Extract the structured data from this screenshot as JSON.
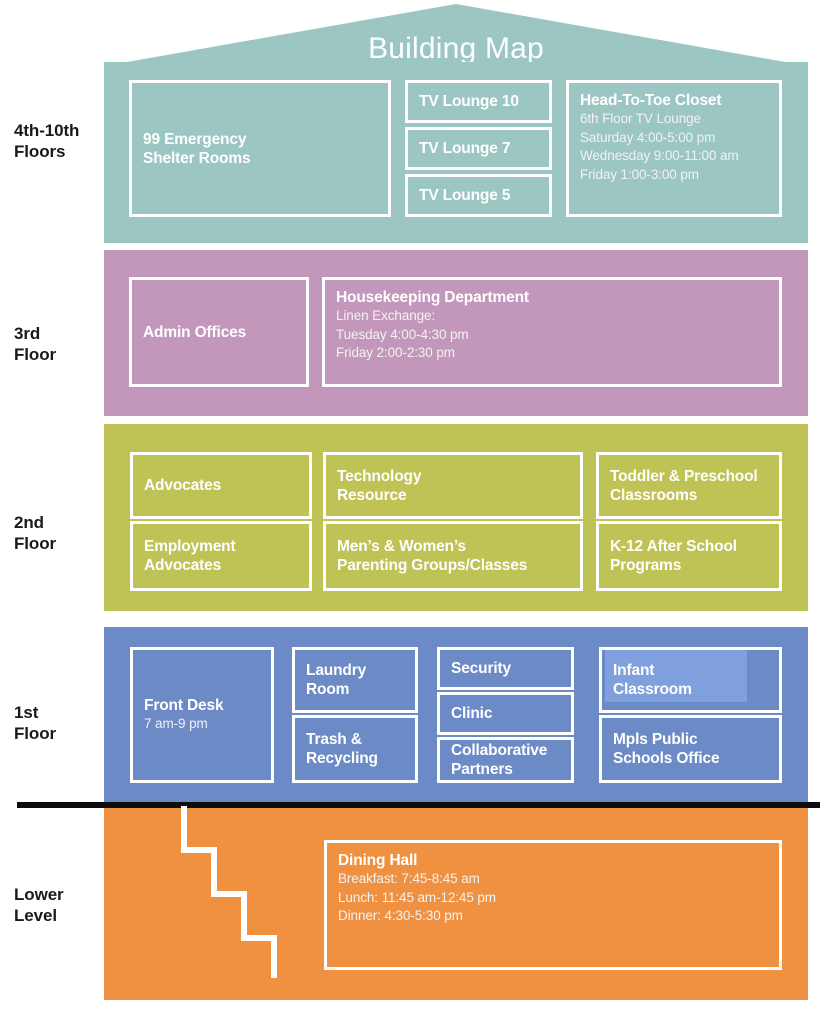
{
  "title": "Building Map",
  "colors": {
    "floor_4_10": "#9cc6c2",
    "floor_3": "#c397bb",
    "floor_2": "#bfc356",
    "floor_1": "#6b8ac6",
    "lower_level": "#ef9140",
    "room_border": "#ffffff",
    "ground_line": "#0d0d0d",
    "selection_highlight": "#7fa0dd",
    "label_text": "#1a1a1a"
  },
  "floors": [
    {
      "id": "floors-4-10",
      "label": "4th-10th\nFloors",
      "label_line1": "4th-10th",
      "label_line2": "Floors",
      "rooms": [
        {
          "id": "emergency-shelter-rooms",
          "name": "99 Emergency Shelter Rooms",
          "name_line1": "99 Emergency",
          "name_line2": "Shelter Rooms",
          "details": []
        },
        {
          "id": "tv-lounge-10",
          "name": "TV Lounge 10",
          "details": []
        },
        {
          "id": "tv-lounge-7",
          "name": "TV Lounge 7",
          "details": []
        },
        {
          "id": "tv-lounge-5",
          "name": "TV Lounge 5",
          "details": []
        },
        {
          "id": "head-to-toe-closet",
          "name": "Head-To-Toe Closet",
          "details": [
            "6th Floor TV Lounge",
            "Saturday 4:00-5:00 pm",
            "Wednesday 9:00-11:00 am",
            "Friday 1:00-3:00 pm"
          ]
        }
      ]
    },
    {
      "id": "floor-3",
      "label": "3rd Floor",
      "label_line1": "3rd",
      "label_line2": "Floor",
      "rooms": [
        {
          "id": "admin-offices",
          "name": "Admin Offices",
          "details": []
        },
        {
          "id": "housekeeping-department",
          "name": "Housekeeping Department",
          "details": [
            "Linen Exchange:",
            "Tuesday 4:00-4:30 pm",
            "Friday 2:00-2:30 pm"
          ]
        }
      ]
    },
    {
      "id": "floor-2",
      "label": "2nd Floor",
      "label_line1": "2nd",
      "label_line2": "Floor",
      "rooms": [
        {
          "id": "advocates",
          "name": "Advocates",
          "details": []
        },
        {
          "id": "employment-advocates",
          "name": "Employment Advocates",
          "name_line1": "Employment",
          "name_line2": "Advocates",
          "details": []
        },
        {
          "id": "technology-resource",
          "name": "Technology Resource",
          "name_line1": "Technology",
          "name_line2": "Resource",
          "details": []
        },
        {
          "id": "parenting-groups",
          "name": "Men’s & Women’s Parenting Groups/Classes",
          "name_line1": "Men’s & Women’s",
          "name_line2": "Parenting Groups/Classes",
          "details": []
        },
        {
          "id": "toddler-preschool-classrooms",
          "name": "Toddler & Preschool Classrooms",
          "name_line1": "Toddler & Preschool",
          "name_line2": "Classrooms",
          "details": []
        },
        {
          "id": "k12-after-school",
          "name": "K-12 After School Programs",
          "name_line1": "K-12 After School",
          "name_line2": "Programs",
          "details": []
        }
      ]
    },
    {
      "id": "floor-1",
      "label": "1st Floor",
      "label_line1": "1st",
      "label_line2": "Floor",
      "rooms": [
        {
          "id": "front-desk",
          "name": "Front Desk",
          "details": [
            "7 am-9 pm"
          ]
        },
        {
          "id": "laundry-room",
          "name": "Laundry Room",
          "name_line1": "Laundry",
          "name_line2": "Room",
          "details": []
        },
        {
          "id": "trash-recycling",
          "name": "Trash & Recycling",
          "name_line1": "Trash &",
          "name_line2": "Recycling",
          "details": []
        },
        {
          "id": "security",
          "name": "Security",
          "details": []
        },
        {
          "id": "clinic",
          "name": "Clinic",
          "details": []
        },
        {
          "id": "collaborative-partners",
          "name": "Collaborative Partners",
          "name_line1": "Collaborative",
          "name_line2": "Partners",
          "details": []
        },
        {
          "id": "infant-classroom",
          "name": "Infant Classroom",
          "name_line1": "Infant",
          "name_line2": "Classroom",
          "details": [],
          "selected": true
        },
        {
          "id": "mpls-public-schools-office",
          "name": "Mpls Public Schools Office",
          "name_line1": "Mpls Public",
          "name_line2": "Schools Office",
          "details": []
        }
      ]
    },
    {
      "id": "lower-level",
      "label": "Lower Level",
      "label_line1": "Lower",
      "label_line2": "Level",
      "rooms": [
        {
          "id": "dining-hall",
          "name": "Dining Hall",
          "details": [
            "Breakfast: 7:45-8:45 am",
            "Lunch: 11:45 am-12:45 pm",
            "Dinner: 4:30-5:30 pm"
          ]
        }
      ],
      "has_staircase": true
    }
  ]
}
